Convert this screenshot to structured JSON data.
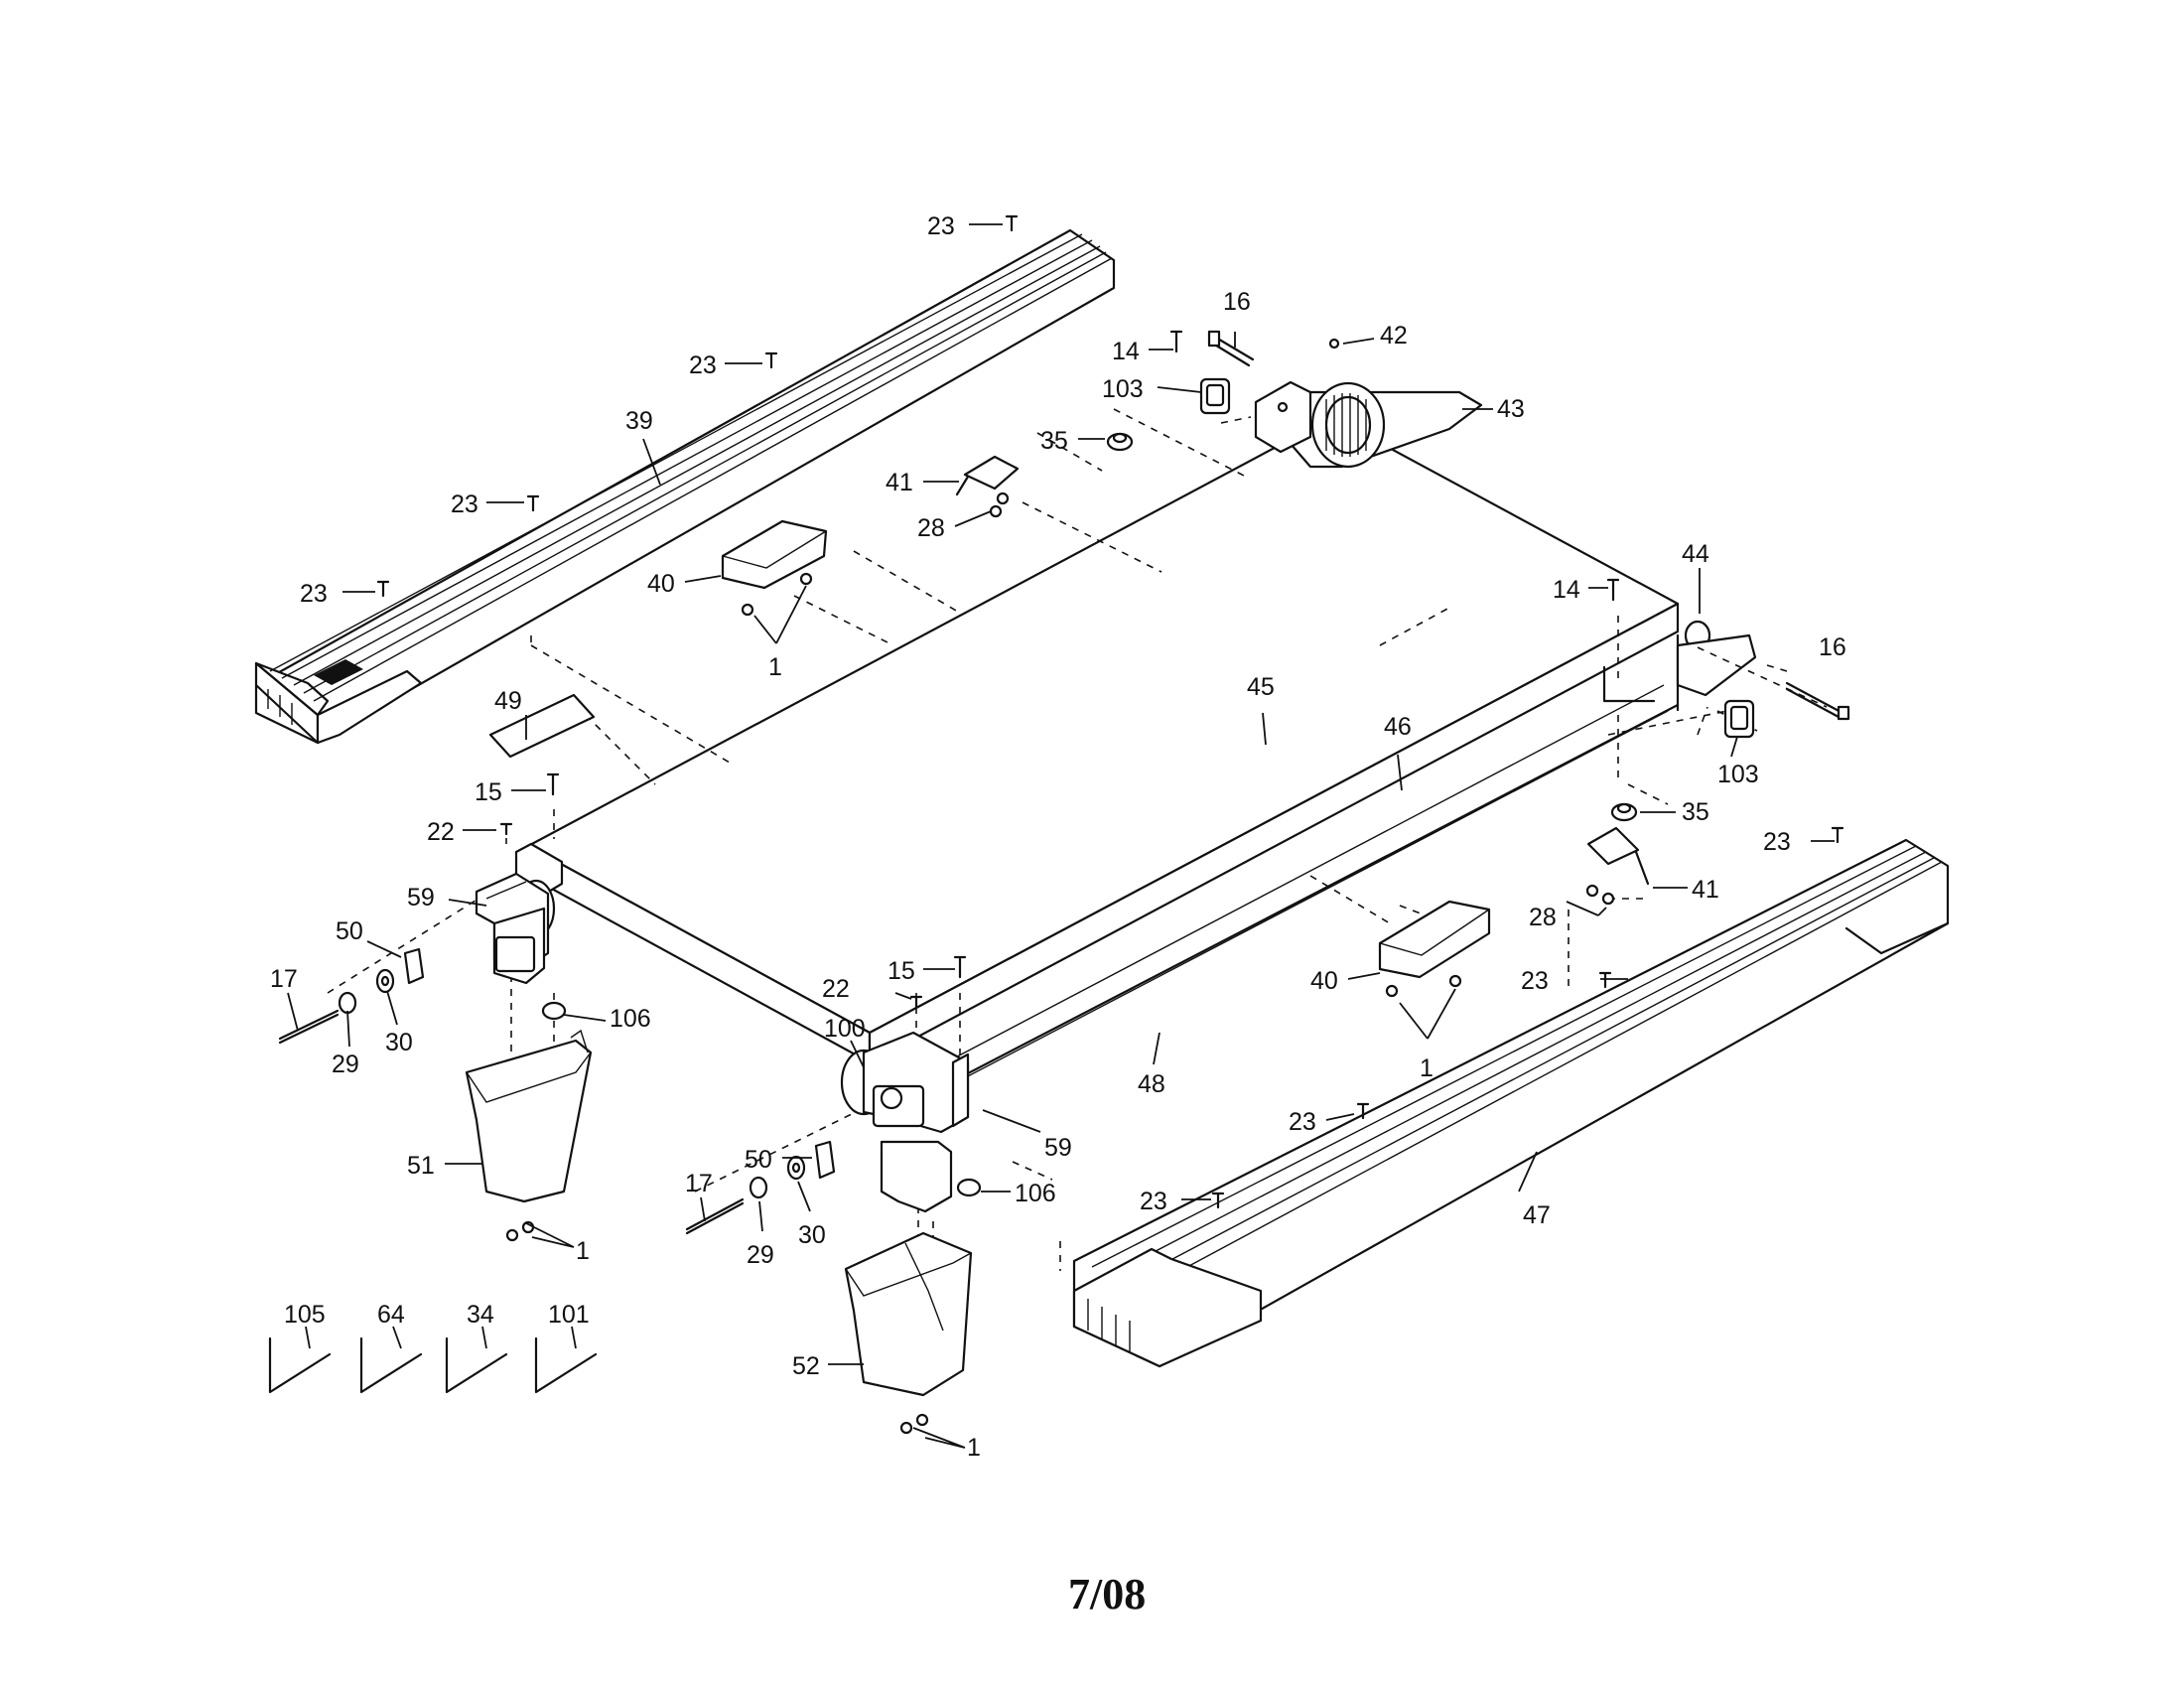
{
  "footer": {
    "code": "7/08"
  },
  "callouts": {
    "c23a": "23",
    "c23b": "23",
    "c23c": "23",
    "c23d": "23",
    "c39": "39",
    "c14a": "14",
    "c16a": "16",
    "c42": "42",
    "c103a": "103",
    "c43": "43",
    "c35a": "35",
    "c41a": "41",
    "c28a": "28",
    "c40a": "40",
    "c1a": "1",
    "c49": "49",
    "c45": "45",
    "c46": "46",
    "c44": "44",
    "c14b": "14",
    "c16b": "16",
    "c103b": "103",
    "c35b": "35",
    "c41b": "41",
    "c28b": "28",
    "c23e": "23",
    "c23f": "23",
    "c15a": "15",
    "c22a": "22",
    "c59a": "59",
    "c50a": "50",
    "c17a": "17",
    "c29a": "29",
    "c30a": "30",
    "c106a": "106",
    "c51": "51",
    "c1b": "1",
    "c15b": "15",
    "c22b": "22",
    "c100": "100",
    "c40b": "40",
    "c1c": "1",
    "c48": "48",
    "c59b": "59",
    "c50b": "50",
    "c17b": "17",
    "c29b": "29",
    "c30b": "30",
    "c106b": "106",
    "c52": "52",
    "c1d": "1",
    "c23g": "23",
    "c23h": "23",
    "c47": "47",
    "c105": "105",
    "c64": "64",
    "c34": "34",
    "c101": "101"
  }
}
